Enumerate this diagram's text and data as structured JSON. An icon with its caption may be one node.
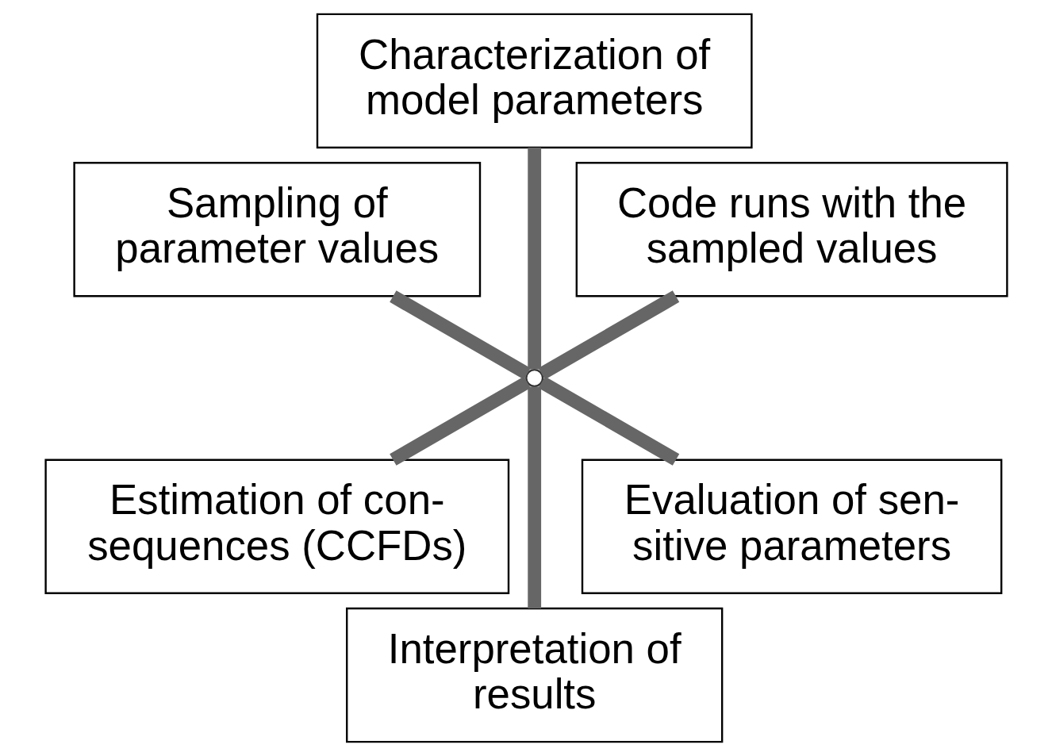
{
  "diagram": {
    "nodes": [
      {
        "text": [
          "Characterization of model parameters"
        ]
      },
      {
        "text": [
          "Sampling of parameter values"
        ]
      },
      {
        "text": [
          "Code runs with the sampled values"
        ]
      },
      {
        "text": [
          "Estimation of con- sequences (CCFDs)"
        ]
      },
      {
        "text": [
          "Evaluation of sen- sitive parameters"
        ]
      },
      {
        "text": [
          "Interpretation of results"
        ]
      },
      {
        "text": [],
        "shape": "point"
      }
    ],
    "edges": [
      {
        "from": 0,
        "to": 6,
        "arrow": "none"
      },
      {
        "from": 1,
        "to": 6,
        "arrow": "none"
      },
      {
        "from": 2,
        "to": 6,
        "arrow": "none"
      },
      {
        "from": 3,
        "to": 6,
        "arrow": "none"
      },
      {
        "from": 4,
        "to": 6,
        "arrow": "none"
      },
      {
        "from": 5,
        "to": 6,
        "arrow": "none"
      }
    ]
  }
}
